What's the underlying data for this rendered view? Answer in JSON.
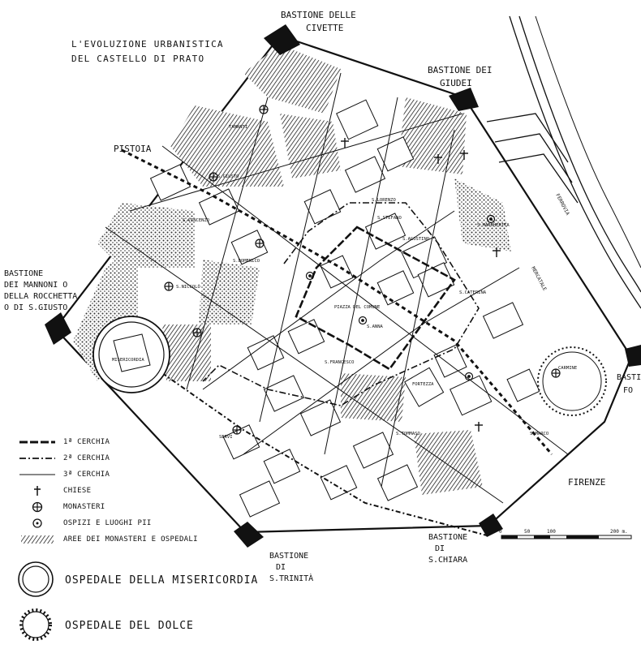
{
  "title": {
    "line1": "L'EVOLUZIONE URBANISTICA",
    "line2": "DEL CASTELLO DI PRATO"
  },
  "bastions": {
    "civette": [
      "BASTIONE DELLE",
      "CIVETTE"
    ],
    "giudei": [
      "BASTIONE DEI",
      "GIUDEI"
    ],
    "mannoni": [
      "BASTIONE",
      "DEI MANNONI O",
      "DELLA ROCCHETTA",
      "O DI S.GIUSTO"
    ],
    "trinita": [
      "BASTIONE",
      "DI",
      "S.TRINITÀ"
    ],
    "chiara": [
      "BASTIONE",
      "DI",
      "S.CHIARA"
    ],
    "fo": [
      "BASTI",
      "FO"
    ]
  },
  "roads": {
    "pistoia": "PISTOIA",
    "firenze": "FIRENZE",
    "mercatale": "MERCATALE",
    "ferrovia": "FERROVIA"
  },
  "places": {
    "lorenzo": "S.LORENZO",
    "stefano": "S.STEFANO",
    "agostino": "S.AGOSTINO",
    "domenico": "S.DOMENICO",
    "vincenzo": "S.VINCENZO",
    "niccolo": "S.NICCOLÒ",
    "francesco": "S.FRANCESCO",
    "fortezza": "FORTEZZA",
    "tommaso": "S.TOMMASO",
    "marco": "S.MARCO",
    "margherita": "S.MARGHERITA",
    "caterina": "S.CATERINA",
    "misericordia": "MISERICORDIA",
    "dolce": "OSPEDALE DEL DOLCE",
    "servi": "SERVI",
    "carmine": "CARMINE",
    "tamanti": "TAMANTI",
    "giusto": "S.GIUSTO",
    "anna": "S.ANNA",
    "piazza": "PIAZZA DEL COMUNE"
  },
  "legend": {
    "items": [
      {
        "symbol": "heavy-dash",
        "label": "1ª CERCHIA"
      },
      {
        "symbol": "dash-dot",
        "label": "2ª CERCHIA"
      },
      {
        "symbol": "thin-line",
        "label": "3ª CERCHIA"
      },
      {
        "symbol": "cross-icon",
        "label": "CHIESE"
      },
      {
        "symbol": "circled-cross-icon",
        "label": "MONASTERI"
      },
      {
        "symbol": "circled-dot-icon",
        "label": "OSPIZI E LUOGHI PII"
      },
      {
        "symbol": "hatch-pattern",
        "label": "AREE DEI MONASTERI E OSPEDALI"
      }
    ],
    "hospital_misericordia": "OSPEDALE DELLA MISERICORDIA",
    "hospital_dolce": "OSPEDALE DEL DOLCE"
  },
  "scale": {
    "ticks": [
      "0",
      "50",
      "100",
      "200 m."
    ]
  },
  "colors": {
    "ink": "#111111",
    "paper": "#ffffff",
    "hatch": "#555555"
  }
}
